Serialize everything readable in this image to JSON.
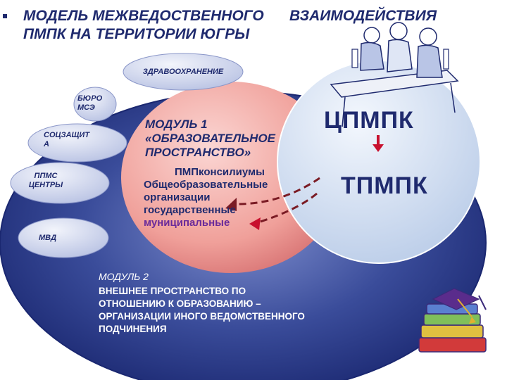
{
  "title": {
    "part1": "МОДЕЛЬ МЕЖВЕДОСТВЕННОГО",
    "part2": "ВЗАИМОДЕЙСТВИЯ",
    "part3": "ПМПК НА ТЕРРИТОРИИ ЮГРЫ"
  },
  "partners": {
    "health": "ЗДРАВООХРАНЕНИЕ",
    "mse": [
      "БЮРО",
      "МСЭ"
    ],
    "social": [
      "СОЦЗАЩИТ",
      "А"
    ],
    "ppms": [
      "ППМС",
      "ЦЕНТРЫ"
    ],
    "police": "МВД"
  },
  "module1": {
    "lines": [
      "МОДУЛЬ 1",
      "«ОБРАЗОВАТЕЛЬНОЕ",
      "ПРОСТРАНСТВО»"
    ],
    "consilium": "ПМПконсилиумы",
    "schools": "Общеобразовательные",
    "orgs": "организации",
    "state": "государственные",
    "municipal": "муниципальные"
  },
  "centers": {
    "cpmpk": "ЦПМПК",
    "tpmpk": "ТПМПК"
  },
  "module2": {
    "label": "МОДУЛЬ 2",
    "lines": [
      "ВНЕШНЕЕ ПРОСТРАНСТВО ПО",
      "ОТНОШЕНИЮ К ОБРАЗОВАНИЮ –",
      "ОРГАНИЗАЦИИ ИНОГО ВЕДОМСТВЕННОГО",
      "ПОДЧИНЕНИЯ"
    ]
  },
  "colors": {
    "dark_navy": "#1f2a6e",
    "outer_blue": "#2e3f8f",
    "pink": "#e88a8a",
    "light_blue": "#cfdcef",
    "red_arrow": "#c8102e",
    "purple_text": "#6a2a9a"
  },
  "icons": [
    "people-at-desk-illustration",
    "books-graduation-cap-illustration"
  ]
}
